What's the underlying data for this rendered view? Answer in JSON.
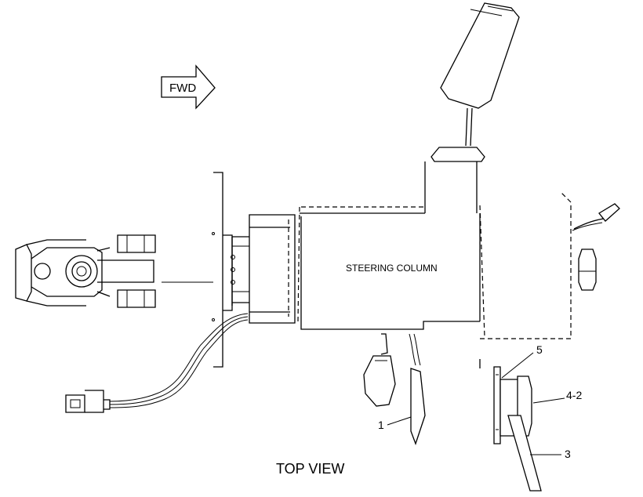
{
  "diagram": {
    "direction_arrow": "FWD",
    "component_label": "STEERING COLUMN",
    "view_caption": "TOP VIEW",
    "callouts": [
      "5",
      "4-2",
      "1",
      "3"
    ]
  },
  "colors": {
    "line": "#000000",
    "background": "#ffffff"
  },
  "icons": [
    "fwd-arrow-icon",
    "universal-joint-icon",
    "connector-plug-icon",
    "lever-knob-icon"
  ]
}
